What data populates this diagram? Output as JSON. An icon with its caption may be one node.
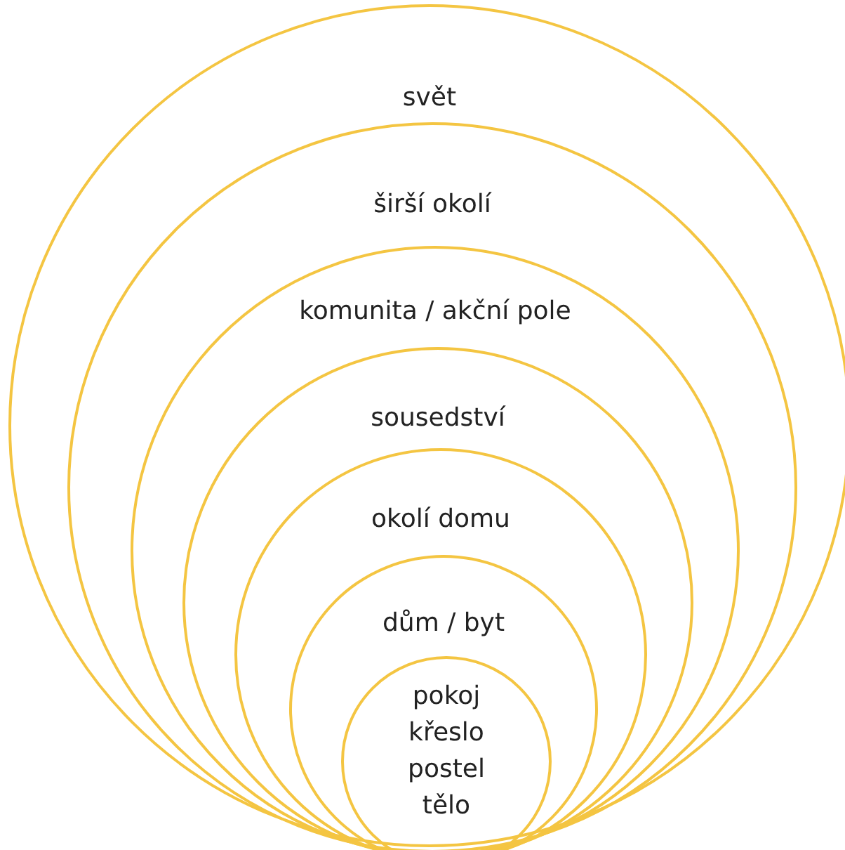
{
  "diagram": {
    "nodes": [
      {
        "text": [
          "svět"
        ]
      },
      {
        "text": [
          "širší okolí"
        ],
        "in": 0
      },
      {
        "text": [
          "komunita / akční pole"
        ],
        "in": 1
      },
      {
        "text": [
          "sousedství"
        ],
        "in": 2
      },
      {
        "text": [
          "okolí domu"
        ],
        "in": 3
      },
      {
        "text": [
          "dům / byt"
        ],
        "in": 4
      },
      {
        "text": [
          "pokoj",
          "křeslo",
          "postel",
          "tělo"
        ],
        "in": 5
      }
    ]
  }
}
